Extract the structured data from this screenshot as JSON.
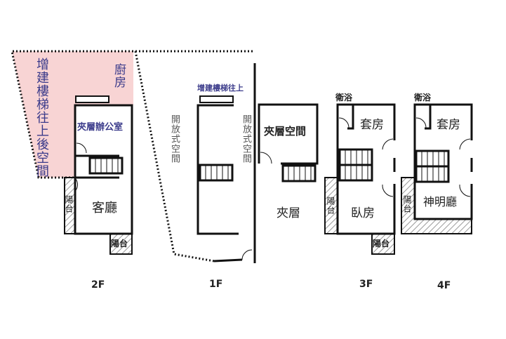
{
  "floors": {
    "f2": {
      "label": "2F",
      "added_stair_space": "增建樓梯往上後空間",
      "kitchen": "廚房",
      "mezz_office": "夾層辦公室",
      "living": "客廳",
      "balcony_left": "陽台",
      "balcony_bottom": "陽台"
    },
    "f1": {
      "label": "1F",
      "added_stair": "增建樓梯往上",
      "open_left": "開放式空間",
      "open_right": "開放式空間"
    },
    "mezz": {
      "space": "夾層空間",
      "label": "夾層"
    },
    "f3": {
      "label": "3F",
      "bath": "衛浴",
      "suite": "套房",
      "bedroom": "臥房",
      "balcony_left": "陽台",
      "balcony_bottom": "陽台"
    },
    "f4": {
      "label": "4F",
      "bath": "衛浴",
      "suite": "套房",
      "shrine": "神明廳",
      "balcony": "陽台"
    }
  },
  "colors": {
    "annex": "#f8d4d4",
    "text_accent": "#3a3a8a"
  }
}
